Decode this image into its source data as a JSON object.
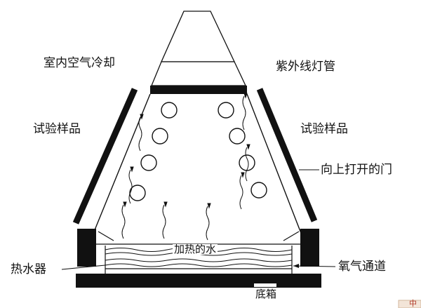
{
  "labels": {
    "indoor_air_cooling": "室内空气冷却",
    "uv_lamp": "紫外线灯管",
    "sample_left": "试验样品",
    "sample_right": "试验样品",
    "door_up": "向上打开的门",
    "heated_water": "加热的水",
    "water_heater": "热水器",
    "oxygen_channel": "氧气通道",
    "bottom_box": "底箱"
  },
  "colors": {
    "ink": "#111111",
    "paper": "#ffffff"
  },
  "watermark_text": "中"
}
